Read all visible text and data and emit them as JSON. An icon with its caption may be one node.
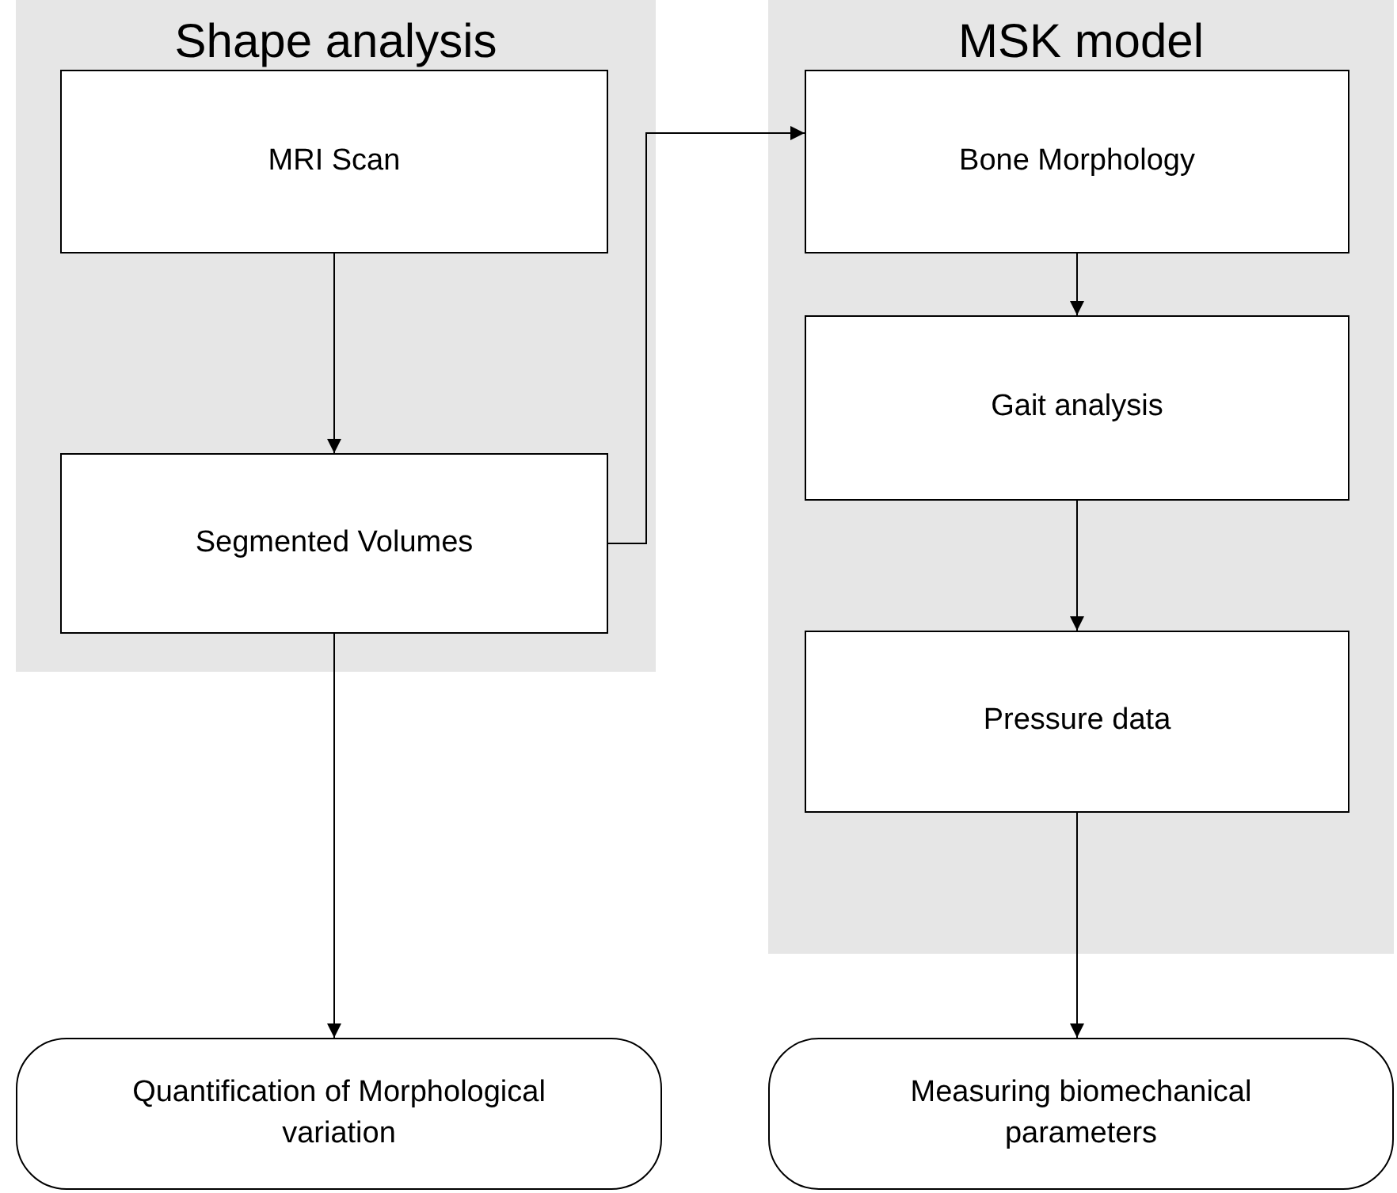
{
  "diagram": {
    "nodes": [
      {
        "text": [
          "Shape analysis"
        ]
      },
      {
        "text": [
          "MRI Scan"
        ],
        "in": 0
      },
      {
        "text": [
          "Segmented Volumes"
        ],
        "in": 0
      },
      {
        "text": [
          "MSK model"
        ]
      },
      {
        "text": [
          "Bone Morphology"
        ],
        "in": 3
      },
      {
        "text": [
          "Gait analysis"
        ],
        "in": 3
      },
      {
        "text": [
          "Pressure data"
        ],
        "in": 3
      },
      {
        "text": [
          "Quantification of Morphological variation"
        ]
      },
      {
        "text": [
          "Measuring biomechanical parameters"
        ]
      }
    ],
    "edges": [
      {
        "from": 1,
        "to": 2,
        "arrow": "to"
      },
      {
        "from": 2,
        "to": 4,
        "arrow": "to"
      },
      {
        "from": 2,
        "to": 7,
        "arrow": "to"
      },
      {
        "from": 4,
        "to": 5,
        "arrow": "to"
      },
      {
        "from": 5,
        "to": 6,
        "arrow": "to"
      },
      {
        "from": 6,
        "to": 8,
        "arrow": "to"
      }
    ]
  }
}
